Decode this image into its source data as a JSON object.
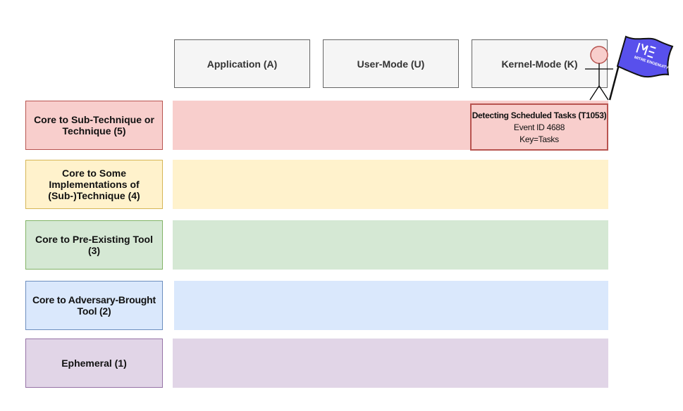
{
  "columns": {
    "application": "Application (A)",
    "user_mode": "User-Mode (U)",
    "kernel_mode": "Kernel-Mode (K)"
  },
  "rows": [
    {
      "label": "Core to Sub-Technique or Technique (5)",
      "fill": "#f8cecc",
      "border": "#b85450"
    },
    {
      "label": "Core to Some Implementations of (Sub-)Technique (4)",
      "fill": "#fff2cc",
      "border": "#d6b656"
    },
    {
      "label": "Core to Pre-Existing Tool (3)",
      "fill": "#d5e8d4",
      "border": "#82b366"
    },
    {
      "label": "Core to Adversary-Brought Tool (2)",
      "fill": "#dae8fc",
      "border": "#6c8ebf"
    },
    {
      "label": "Ephemeral (1)",
      "fill": "#e1d5e7",
      "border": "#9673a6"
    }
  ],
  "event": {
    "title": "Detecting Scheduled Tasks (T1053)",
    "line1": "Event ID 4688",
    "line2": "Key=Tasks"
  },
  "flag": {
    "text": "MITRE ENGENUITY",
    "color": "#5850ec"
  }
}
